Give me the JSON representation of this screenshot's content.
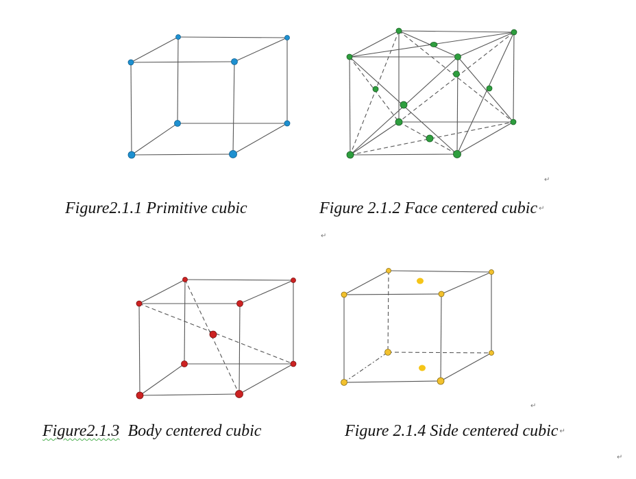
{
  "figures": [
    {
      "caption": "Figure2.1.1 Primitive cubic",
      "atom_color": "#1e90d0"
    },
    {
      "caption": "Figure 2.1.2 Face centered cubic",
      "atom_color": "#2e9e3e"
    },
    {
      "caption_label": "Figure2.1.3",
      "caption_rest": "  Body centered cubic",
      "atom_color": "#cc2222"
    },
    {
      "caption": "Figure 2.1.4 Side centered cubic",
      "atom_color": "#f2c12e"
    }
  ],
  "paragraph_mark": "↵"
}
